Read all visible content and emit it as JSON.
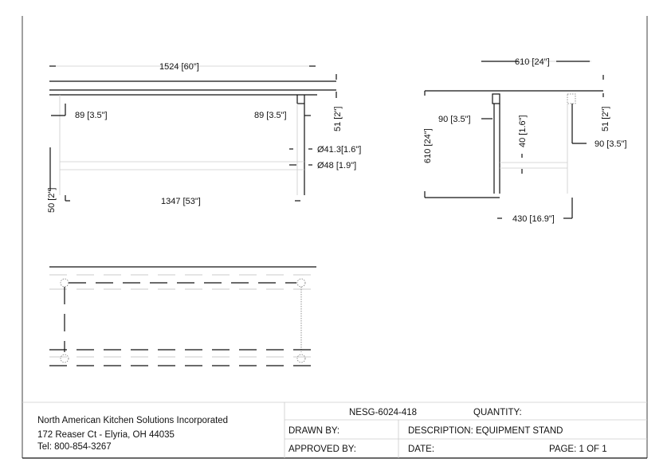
{
  "front_view": {
    "overall_length": "1524 [60\"]",
    "leg_offset_left": "89 [3.5\"]",
    "leg_offset_right": "89 [3.5\"]",
    "top_thickness": "51 [2\"]",
    "leg_inner_dia": "Ø41.3[1.6\"]",
    "leg_outer_dia": "Ø48 [1.9\"]",
    "foot_height": "50 [2\"]",
    "inner_length": "1347 [53\"]"
  },
  "side_view": {
    "overall_depth": "610 [24\"]",
    "leg_offset_left": "90 [3.5\"]",
    "crossbar_height": "40 [1.6\"]",
    "top_thickness": "51 [2\"]",
    "leg_offset_right": "90 [3.5\"]",
    "height": "610 [24\"]",
    "leg_spacing": "430 [16.9\"]"
  },
  "title_block": {
    "company": "North American Kitchen Solutions Incorporated",
    "address": "172 Reaser Ct - Elyria, OH 44035",
    "phone": "Tel:  800-854-3267",
    "part_number": "NESG-6024-418",
    "quantity_label": "QUANTITY:",
    "drawn_by_label": "DRAWN BY:",
    "description": "DESCRIPTION: EQUIPMENT STAND",
    "approved_by_label": "APPROVED BY:",
    "date_label": "DATE:",
    "page": "PAGE:  1  OF  1"
  }
}
